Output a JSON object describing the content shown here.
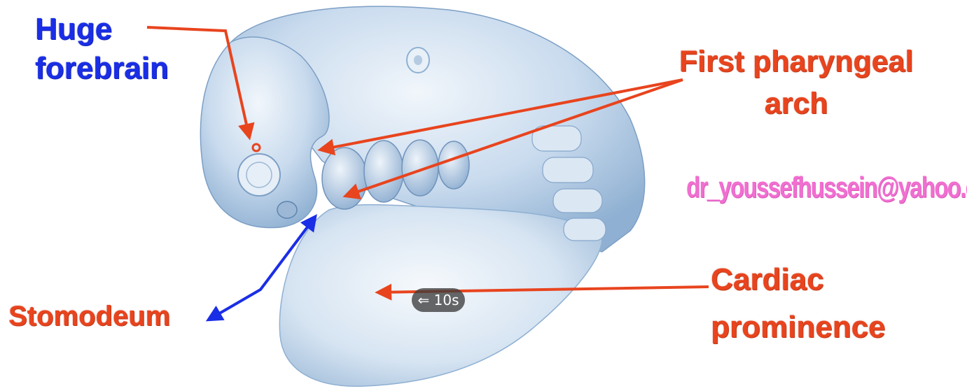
{
  "labels": {
    "forebrain": [
      "Huge",
      "forebrain"
    ],
    "pharyngeal_arch": [
      "First pharyngeal",
      "arch"
    ],
    "email": "dr_youssefhussein@yahoo.com",
    "cardiac": [
      "Cardiac",
      "prominence"
    ],
    "stomodeum": "Stomodeum"
  },
  "player": {
    "skip_label": "⇐ 10s"
  },
  "colors": {
    "label_red": "#e8441e",
    "label_blue": "#1a2ee6",
    "email_pink": "#f06fd0",
    "embryo_fill": "#c7d9ec"
  }
}
